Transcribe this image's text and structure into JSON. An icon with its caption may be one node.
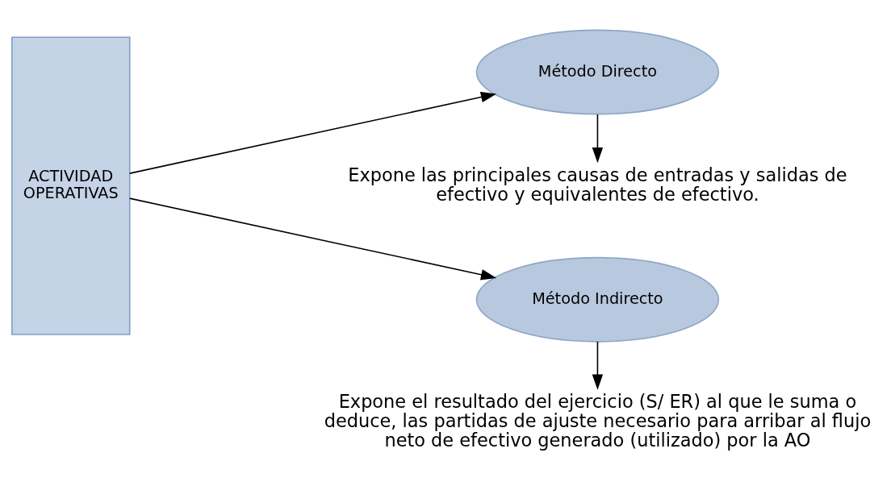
{
  "diagram": {
    "nodes": [
      {
        "text": [
          "ACTIVIDAD OPERATIVAS"
        ]
      },
      {
        "text": [
          "Método Directo"
        ]
      },
      {
        "text": [
          "Expone las principales causas de entradas y salidas de efectivo y equivalentes de efectivo."
        ]
      },
      {
        "text": [
          "Método Indirecto"
        ]
      },
      {
        "text": [
          "Expone el resultado del ejercicio (S/ ER) al que le suma o deduce, las partidas de ajuste necesario para arribar al flujo neto de efectivo generado (utilizado) por la AO"
        ]
      }
    ],
    "edges": [
      {
        "from": 0,
        "to": 1,
        "arrow": "to"
      },
      {
        "from": 1,
        "to": 2,
        "arrow": "to"
      },
      {
        "from": 0,
        "to": 3,
        "arrow": "to"
      },
      {
        "from": 3,
        "to": 4,
        "arrow": "to"
      }
    ]
  }
}
